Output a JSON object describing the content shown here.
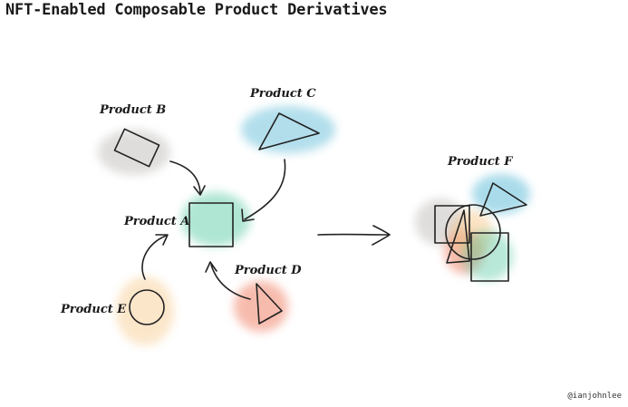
{
  "title": "NFT-Enabled Composable Product Derivatives",
  "credit": "@ianjohnlee",
  "products": {
    "a": {
      "label": "Product A",
      "shape": "square",
      "color": "#4fc7a0"
    },
    "b": {
      "label": "Product B",
      "shape": "rectangle",
      "color": "#b9b6b3"
    },
    "c": {
      "label": "Product C",
      "shape": "triangle",
      "color": "#57b8d6"
    },
    "d": {
      "label": "Product D",
      "shape": "triangle",
      "color": "#f07a5e"
    },
    "e": {
      "label": "Product E",
      "shape": "circle",
      "color": "#f6c27b"
    },
    "f": {
      "label": "Product F",
      "shape": "composite"
    }
  }
}
